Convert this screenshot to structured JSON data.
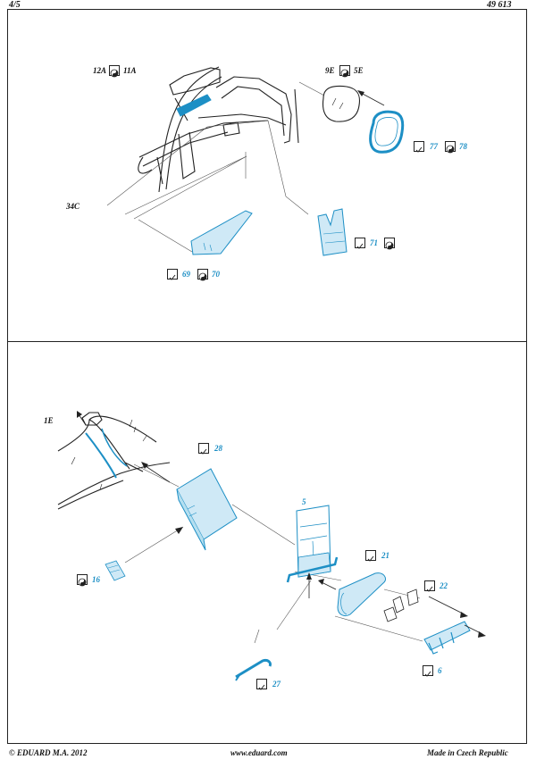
{
  "header": {
    "page": "4/5",
    "code": "49 613"
  },
  "footer": {
    "copyright": "© EDUARD  M.A. 2012",
    "url": "www.eduard.com",
    "origin": "Made in Czech Republic"
  },
  "top_section": {
    "label_12a": "12A",
    "label_11a": "11A",
    "label_9e": "9E",
    "label_5e": "5E",
    "label_34c": "34C",
    "num_77": "77",
    "num_78": "78",
    "num_71": "71",
    "num_69": "69",
    "num_70": "70"
  },
  "bottom_section": {
    "label_1e": "1E",
    "num_28": "28",
    "num_5": "5",
    "num_21": "21",
    "num_16": "16",
    "num_22": "22",
    "num_27": "27",
    "num_6": "6"
  },
  "colors": {
    "part_blue": "#1d8fc5",
    "part_fill": "#cfe9f6",
    "line": "#222222"
  },
  "icons": {
    "bend": "bend-check-icon",
    "fold": "yin-yang-icon"
  }
}
